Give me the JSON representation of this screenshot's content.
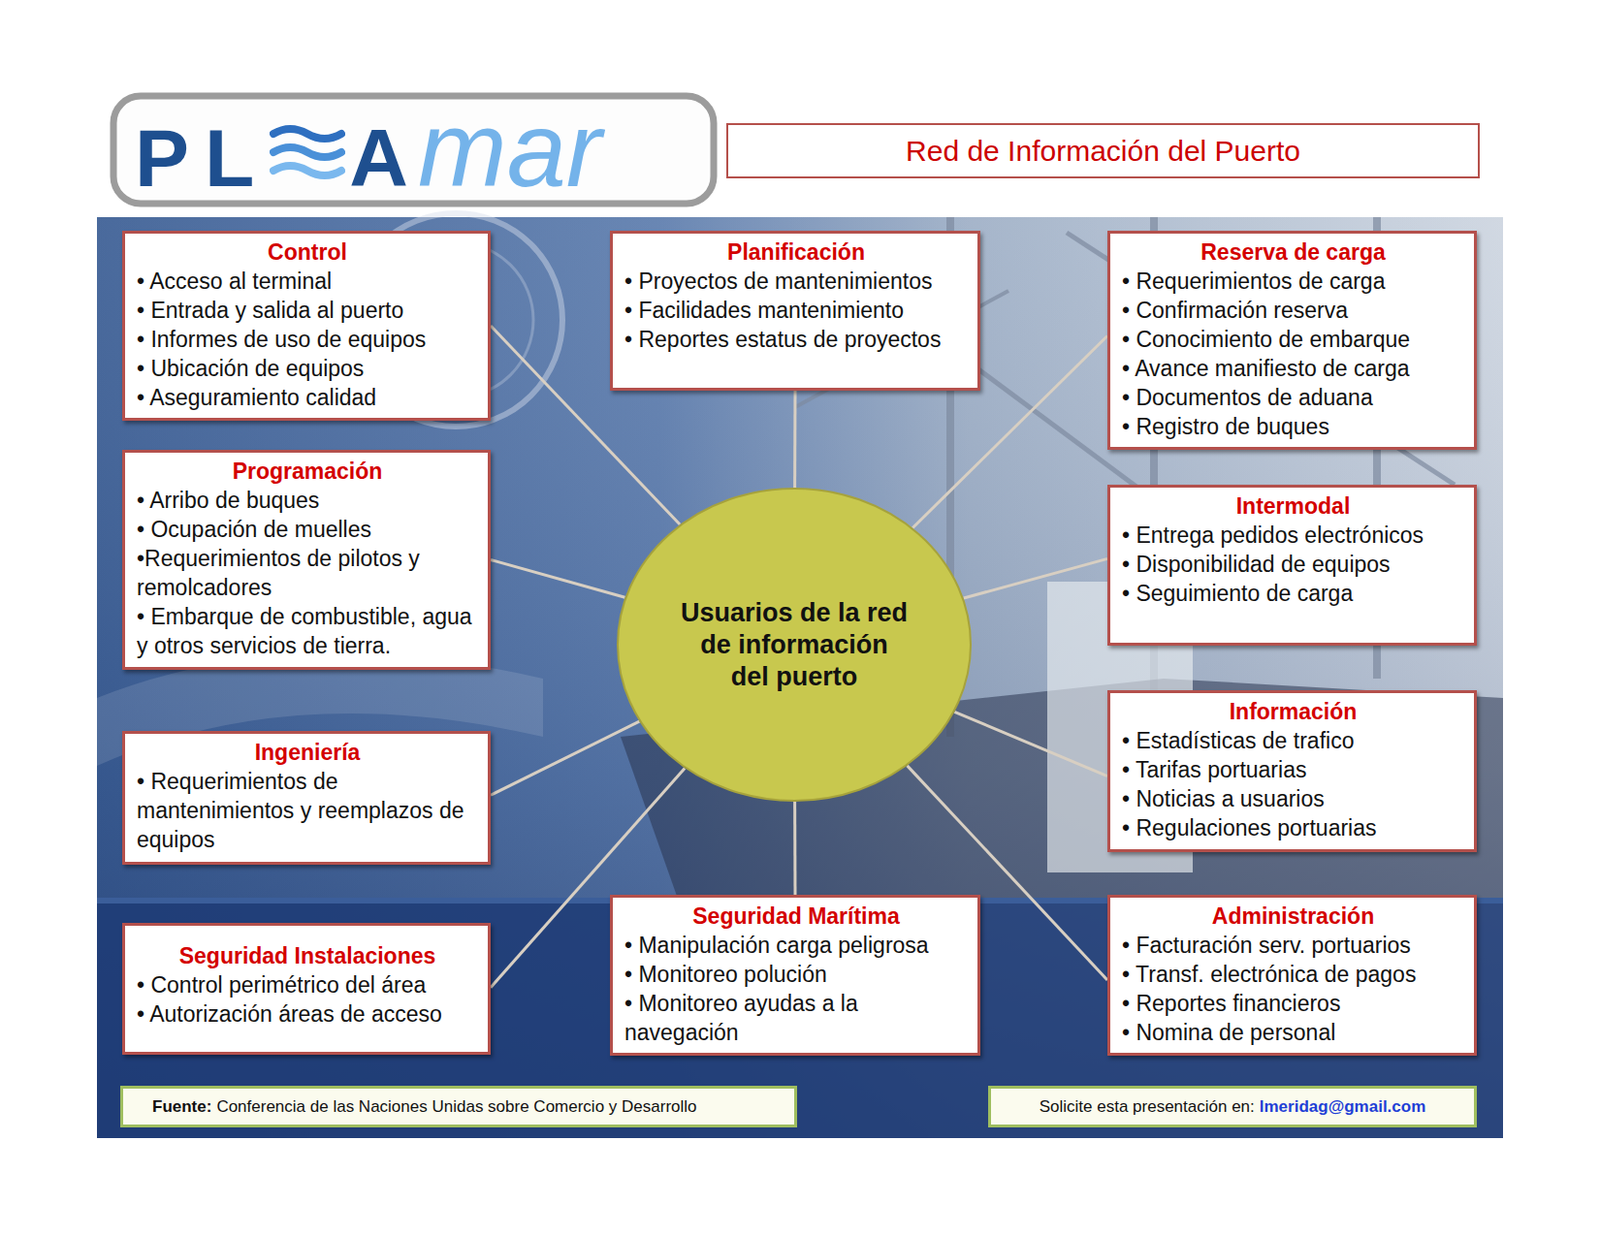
{
  "diagram": {
    "title": "Red de Información del Puerto",
    "nodes": [
      {
        "text": [
          "PL",
          "A",
          "mar"
        ]
      },
      {
        "text": [
          "Control",
          "• Acceso al terminal",
          "• Entrada y salida al puerto",
          "• Informes de uso de equipos",
          "• Ubicación de equipos",
          "• Aseguramiento calidad"
        ]
      },
      {
        "text": [
          "Planificación",
          "• Proyectos de mantenimientos",
          "• Facilidades mantenimiento",
          "• Reportes estatus de proyectos"
        ]
      },
      {
        "text": [
          "Reserva de carga",
          "• Requerimientos de carga",
          "• Confirmación reserva",
          "• Conocimiento de embarque",
          "• Avance manifiesto de carga",
          "• Documentos de aduana",
          "• Registro de buques"
        ]
      },
      {
        "text": [
          "Programación",
          "• Arribo de buques",
          "• Ocupación de muelles",
          "•Requerimientos de pilotos y remolcadores",
          "• Embarque de combustible, agua y otros servicios de tierra."
        ]
      },
      {
        "text": [
          "Usuarios de la red de información del puerto"
        ]
      },
      {
        "text": [
          "Intermodal",
          "• Entrega pedidos electrónicos",
          "• Disponibilidad de equipos",
          "• Seguimiento de carga"
        ]
      },
      {
        "text": [
          "Ingeniería",
          "• Requerimientos de mantenimientos y reemplazos de equipos"
        ]
      },
      {
        "text": [
          "Información",
          "• Estadísticas de trafico",
          "• Tarifas portuarias",
          "• Noticias a usuarios",
          "• Regulaciones portuarias"
        ]
      },
      {
        "text": [
          "Seguridad Instalaciones",
          "• Control perimétrico del área",
          "• Autorización áreas de acceso"
        ]
      },
      {
        "text": [
          "Seguridad Marítima",
          "• Manipulación carga peligrosa",
          "• Monitoreo polución",
          "• Monitoreo ayudas a la navegación"
        ]
      },
      {
        "text": [
          "Administración",
          "• Facturación serv. portuarios",
          "• Transf. electrónica de pagos",
          "• Reportes financieros",
          "• Nomina de personal"
        ]
      },
      {
        "text": [
          "Fuente:",
          "Conferencia de las Naciones Unidas sobre Comercio y Desarrollo"
        ]
      },
      {
        "text": [
          "Solicite esta presentación en:",
          "lmeridag@gmail.com"
        ]
      }
    ],
    "edges": [
      {
        "from": 5,
        "to": 1,
        "arrow": "none"
      },
      {
        "from": 5,
        "to": 2,
        "arrow": "none"
      },
      {
        "from": 5,
        "to": 3,
        "arrow": "none"
      },
      {
        "from": 5,
        "to": 4,
        "arrow": "none"
      },
      {
        "from": 5,
        "to": 6,
        "arrow": "none"
      },
      {
        "from": 5,
        "to": 7,
        "arrow": "none"
      },
      {
        "from": 5,
        "to": 8,
        "arrow": "none"
      },
      {
        "from": 5,
        "to": 9,
        "arrow": "none"
      },
      {
        "from": 5,
        "to": 10,
        "arrow": "none"
      },
      {
        "from": 5,
        "to": 11,
        "arrow": "none"
      }
    ]
  }
}
